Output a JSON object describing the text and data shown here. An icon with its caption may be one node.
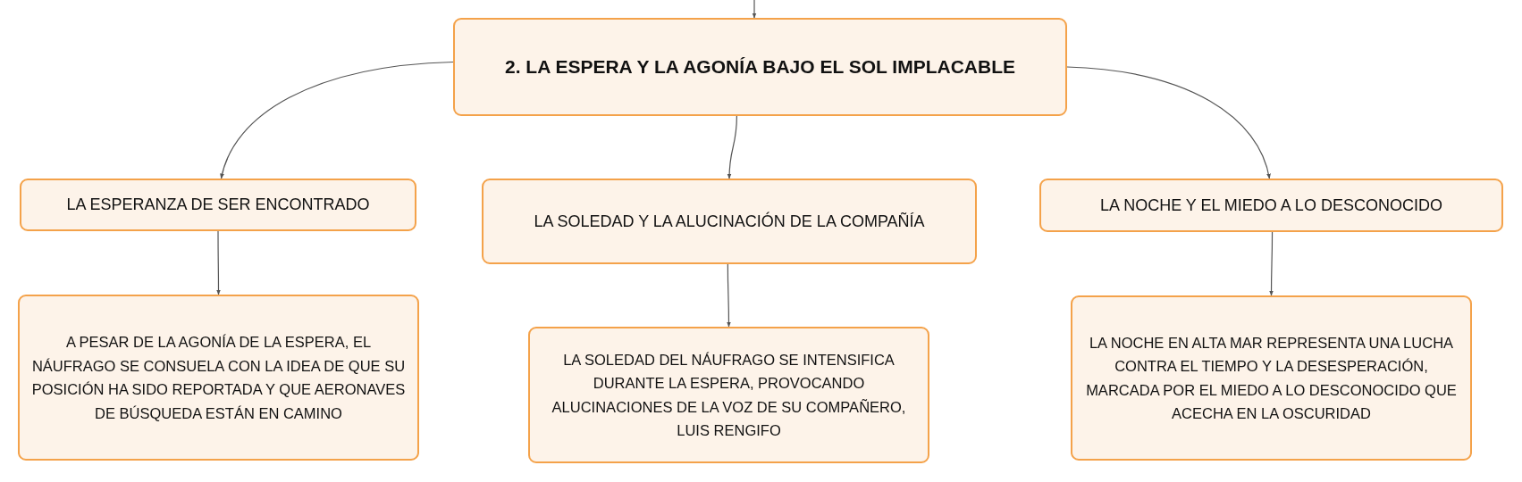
{
  "diagram": {
    "nodes": [
      {
        "text": [
          "2. LA ESPERA Y LA AGONÍA BAJO EL SOL IMPLACABLE"
        ]
      },
      {
        "text": [
          "LA ESPERANZA DE SER ENCONTRADO"
        ]
      },
      {
        "text": [
          "LA SOLEDAD Y LA ALUCINACIÓN DE LA COMPAÑÍA"
        ]
      },
      {
        "text": [
          "LA NOCHE Y EL MIEDO A LO DESCONOCIDO"
        ]
      },
      {
        "text": [
          "A PESAR DE LA AGONÍA DE LA ESPERA, EL NÁUFRAGO SE CONSUELA CON LA IDEA DE QUE SU POSICIÓN HA SIDO REPORTADA Y QUE AERONAVES DE BÚSQUEDA ESTÁN EN CAMINO"
        ]
      },
      {
        "text": [
          "LA SOLEDAD DEL NÁUFRAGO SE INTENSIFICA DURANTE LA ESPERA, PROVOCANDO ALUCINACIONES DE LA VOZ DE SU COMPAÑERO, LUIS RENGIFO"
        ]
      },
      {
        "text": [
          "LA NOCHE EN ALTA MAR REPRESENTA UNA LUCHA CONTRA EL TIEMPO Y LA DESESPERACIÓN, MARCADA POR EL MIEDO A LO DESCONOCIDO QUE ACECHA EN LA OSCURIDAD"
        ]
      }
    ],
    "edges": [
      {
        "from": null,
        "to": 0,
        "arrow": "to"
      },
      {
        "from": 0,
        "to": 1,
        "arrow": "to"
      },
      {
        "from": 0,
        "to": 2,
        "arrow": "to"
      },
      {
        "from": 0,
        "to": 3,
        "arrow": "to"
      },
      {
        "from": 1,
        "to": 4,
        "arrow": "to"
      },
      {
        "from": 2,
        "to": 5,
        "arrow": "to"
      },
      {
        "from": 3,
        "to": 6,
        "arrow": "to"
      }
    ]
  }
}
